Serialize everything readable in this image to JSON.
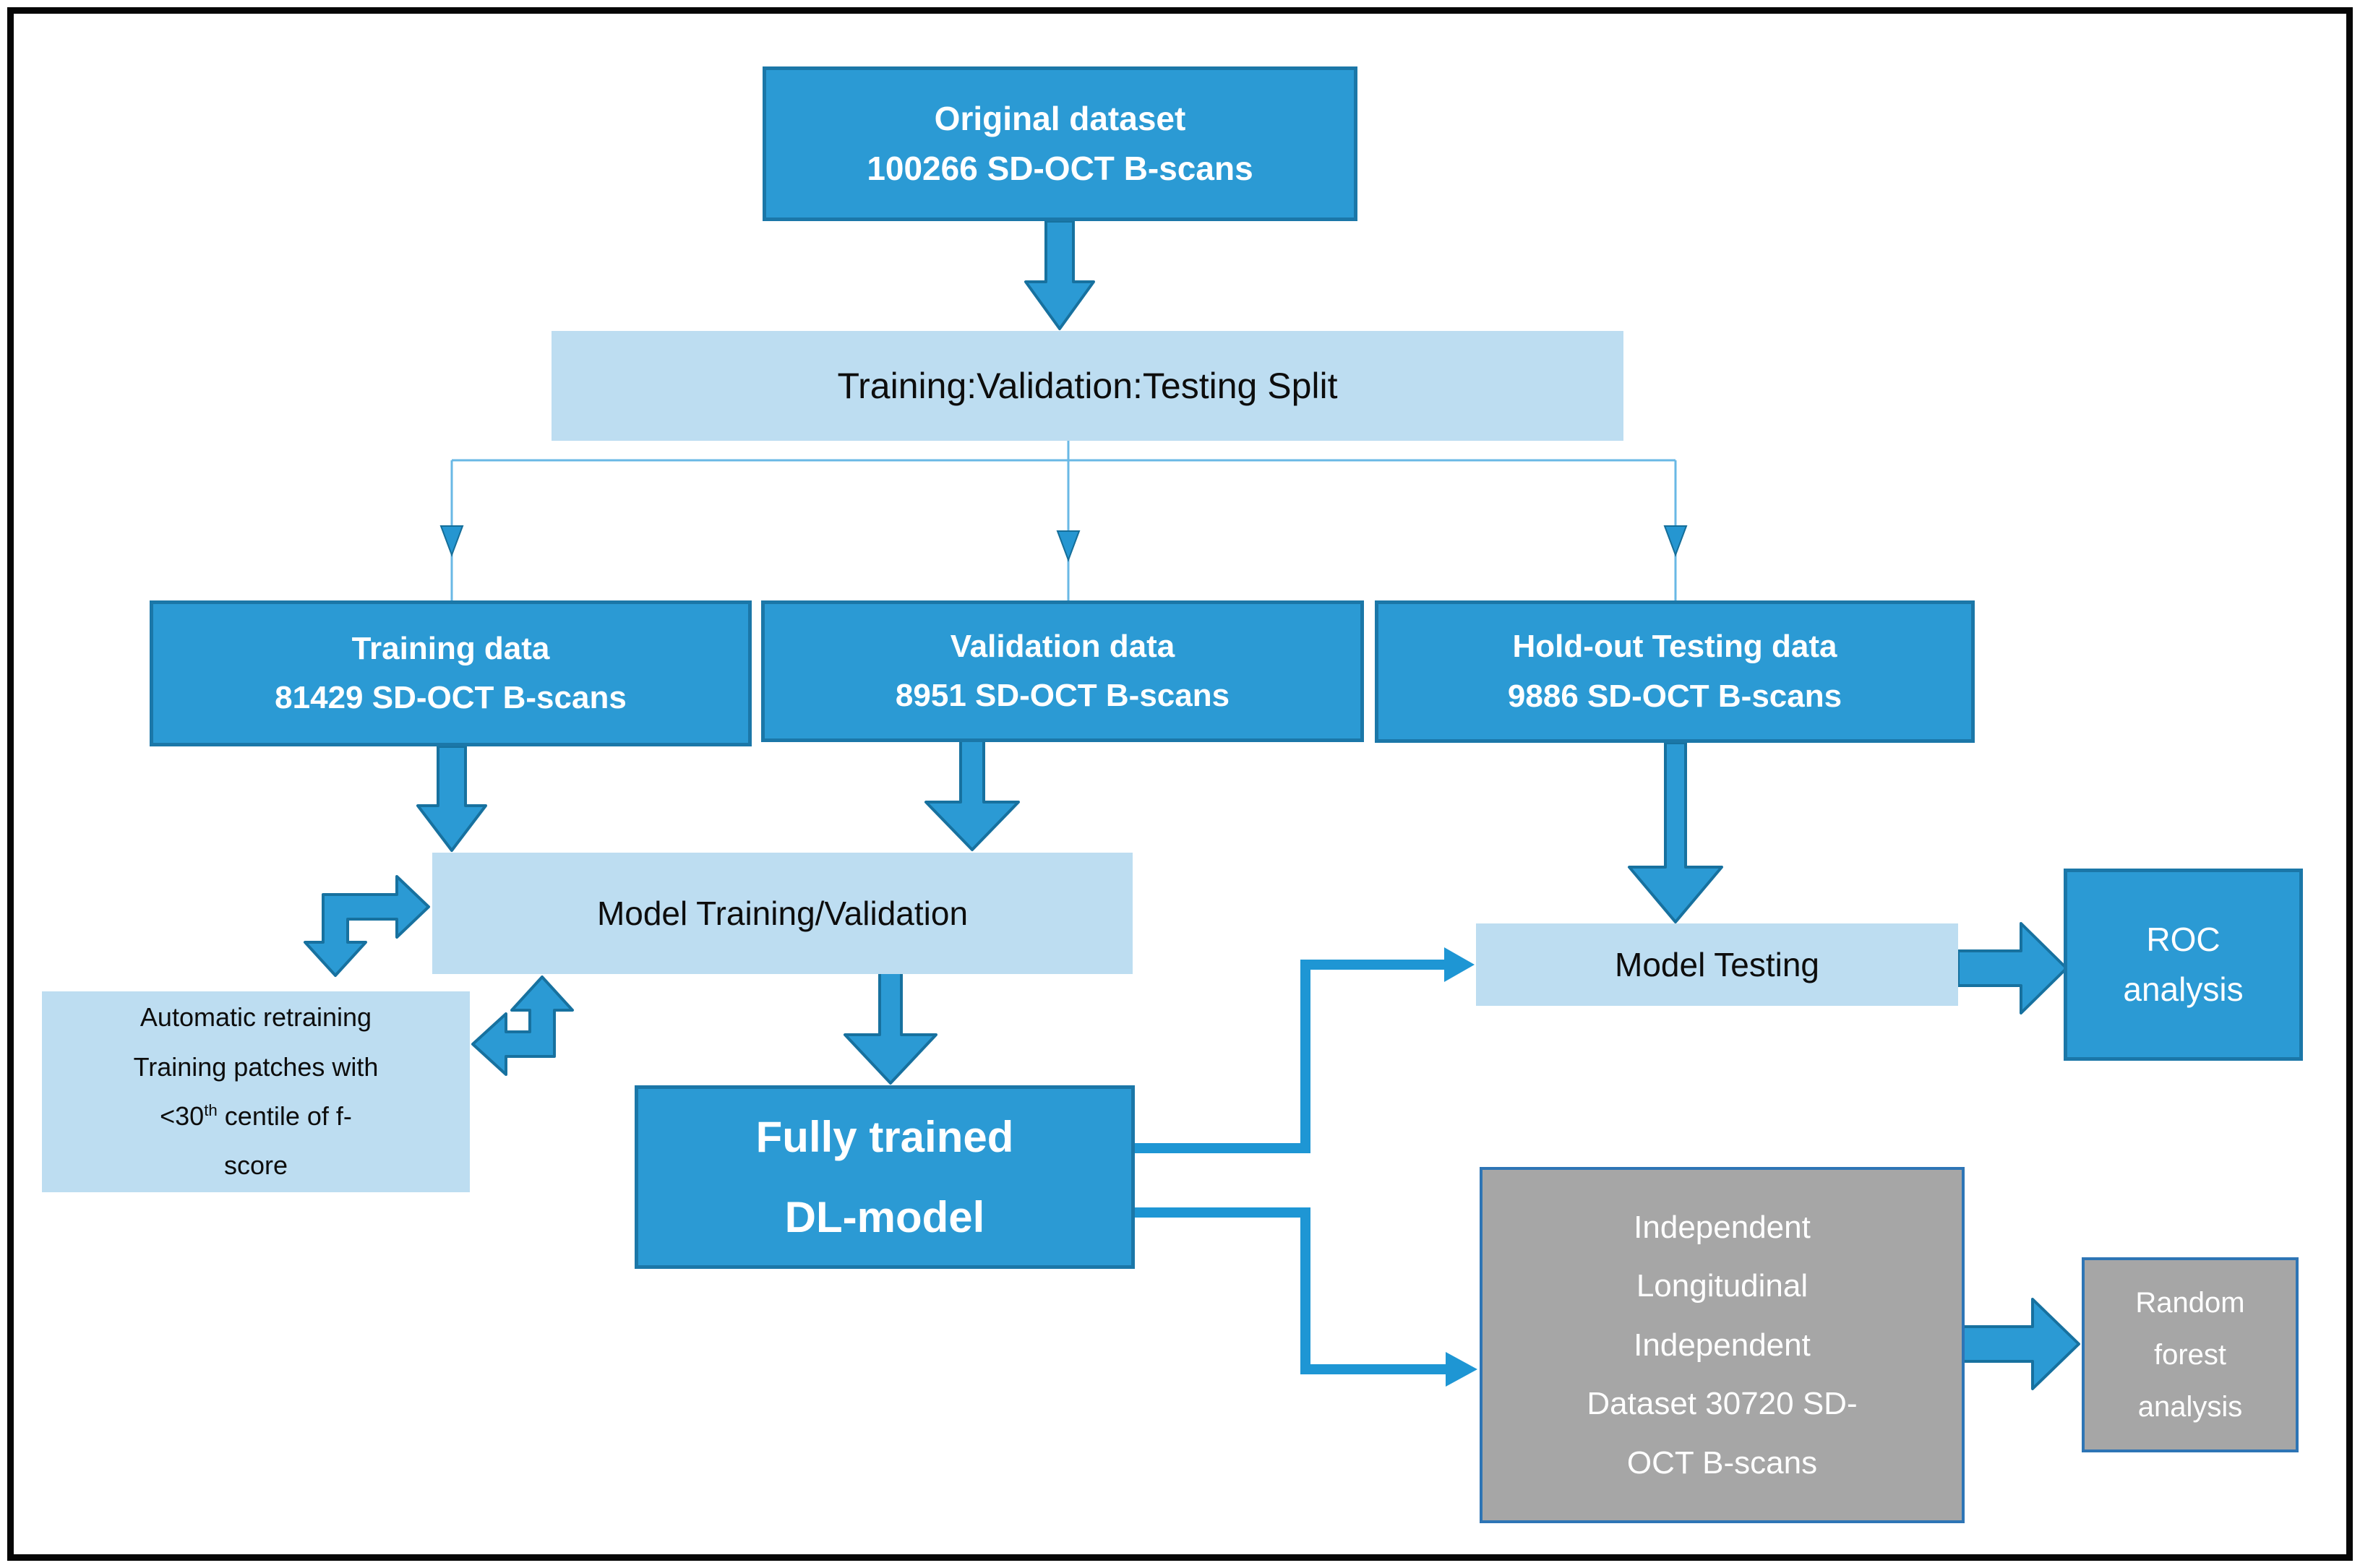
{
  "diagram": {
    "colors": {
      "accent_blue": "#2B9AD4",
      "accent_blue_border": "#1B77A8",
      "light_blue": "#BDDDF1",
      "gray_fill": "#A6A6A6",
      "gray_border": "#2E75B5",
      "connector_blue": "#1E96D4",
      "thin_line_blue": "#69B8E5",
      "frame_black": "#060606"
    },
    "nodes": {
      "original": {
        "line1": "Original dataset",
        "line2": "100266 SD-OCT B-scans"
      },
      "split": {
        "label": "Training:Validation:Testing Split"
      },
      "training": {
        "line1": "Training data",
        "line2": "81429 SD-OCT B-scans"
      },
      "validation": {
        "line1": "Validation data",
        "line2": "8951 SD-OCT B-scans"
      },
      "holdout": {
        "line1": "Hold-out Testing data",
        "line2": "9886 SD-OCT B-scans"
      },
      "model_training": {
        "label": "Model Training/Validation"
      },
      "retraining": {
        "line1": "Automatic retraining",
        "line2": "Training patches with",
        "line3_pre": "<30",
        "line3_sup": "th",
        "line3_post": " centile of f-",
        "line4": "score"
      },
      "dl_model": {
        "line1": "Fully trained",
        "line2": "DL-model"
      },
      "model_testing": {
        "label": "Model Testing"
      },
      "roc": {
        "line1": "ROC",
        "line2": "analysis"
      },
      "independent_dataset": {
        "line1": "Independent",
        "line2": "Longitudinal",
        "line3": "Independent",
        "line4": "Dataset 30720 SD-",
        "line5": "OCT B-scans"
      },
      "random_forest": {
        "line1": "Random",
        "line2": "forest",
        "line3": "analysis"
      }
    }
  }
}
